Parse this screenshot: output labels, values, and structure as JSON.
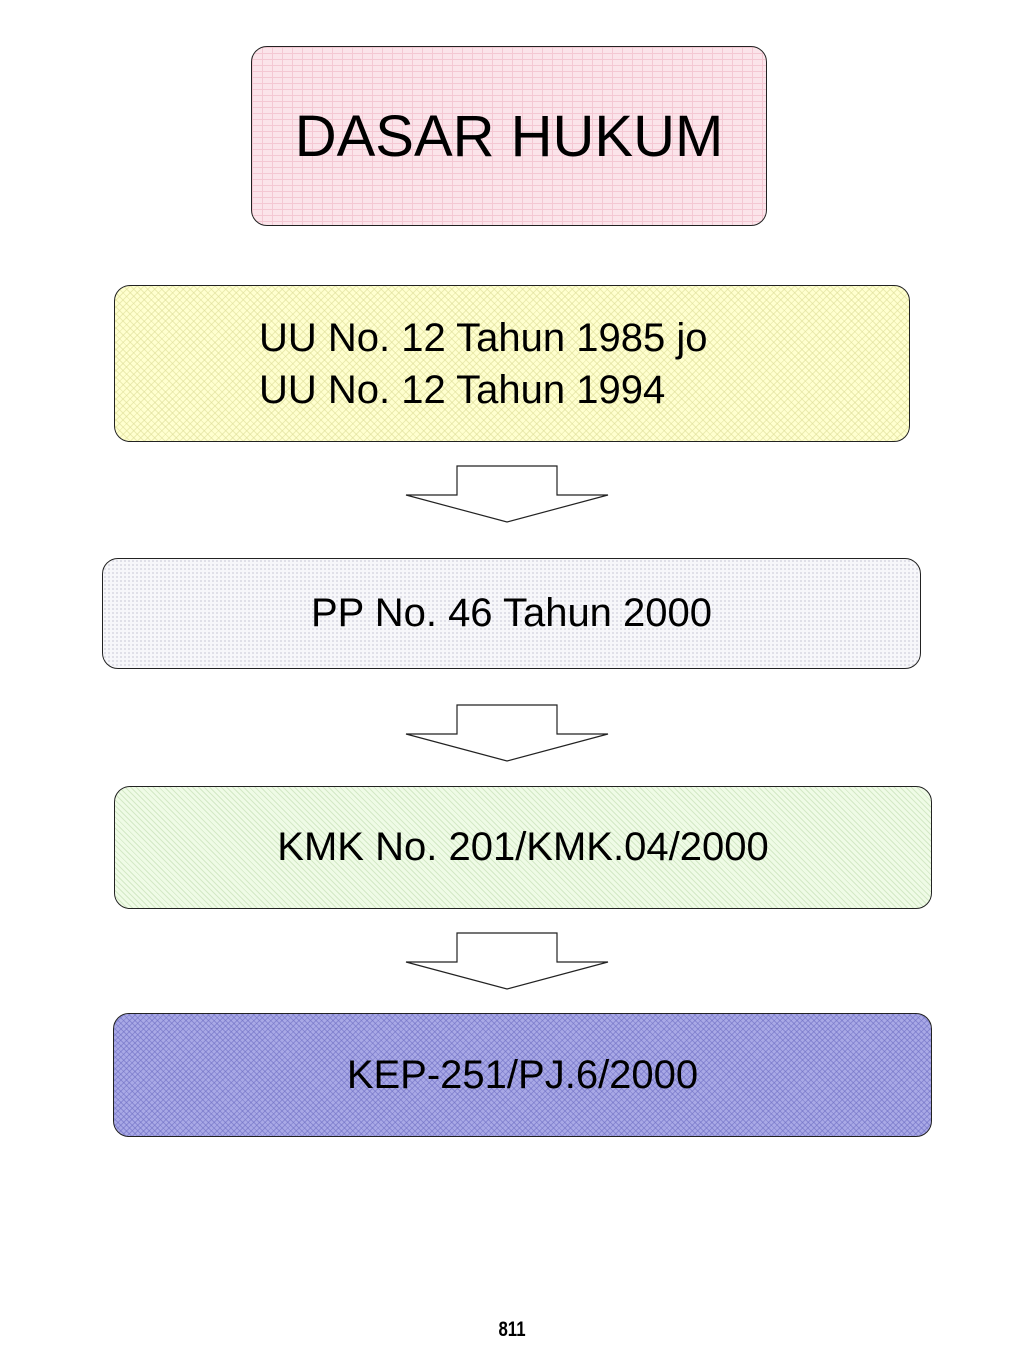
{
  "title": "DASAR HUKUM",
  "steps": [
    {
      "lines": [
        "UU No. 12 Tahun 1985 jo",
        "UU No. 12 Tahun 1994"
      ],
      "fill": "#ffffcf"
    },
    {
      "label": "PP No. 46 Tahun 2000",
      "fill": "#f7f7fa"
    },
    {
      "label": "KMK No. 201/KMK.04/2000",
      "fill": "#effbe6"
    },
    {
      "label": "KEP-251/PJ.6/2000",
      "fill": "#a9a9e6"
    }
  ],
  "title_fill": "#fbe4ea",
  "arrow_icon": "down-arrow-icon",
  "page_number": "811"
}
